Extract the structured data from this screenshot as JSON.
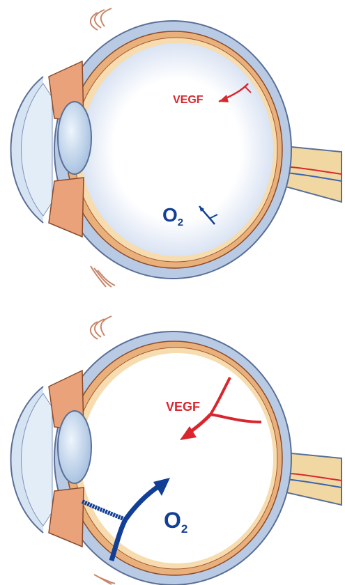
{
  "diagrams": [
    {
      "vegf_label": "VEGF",
      "o2_label": "O",
      "o2_subscript": "2",
      "vegf_color": "#d9262e",
      "o2_color": "#123f96"
    },
    {
      "vegf_label": "VEGF",
      "o2_label": "O",
      "o2_subscript": "2",
      "vegf_color": "#d9262e",
      "o2_color": "#123f96"
    }
  ],
  "colors": {
    "sclera": "#b9cbe4",
    "sclera_edge": "#5a6f96",
    "choroid": "#e9b07c",
    "retina": "#f6dcae",
    "vitreous_haze": "#cdd9ee",
    "nerve": "#f1d8a3",
    "lens": "#c8daf0"
  }
}
